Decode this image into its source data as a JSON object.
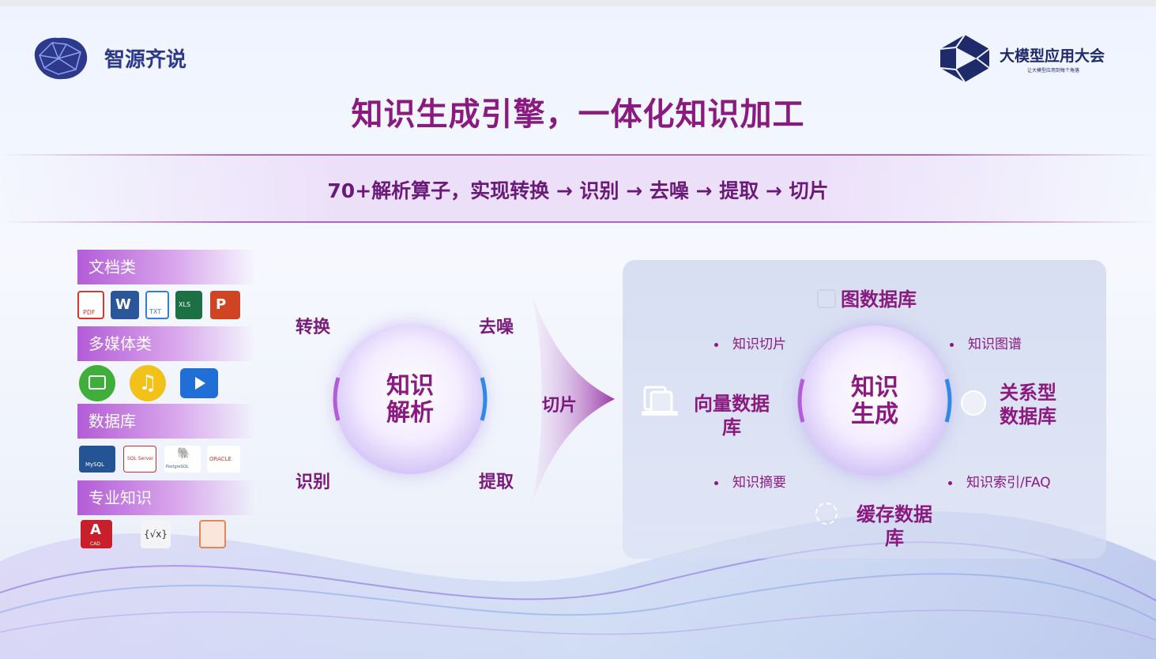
{
  "header": {
    "brand": "智源齐说",
    "conference_title": "大模型应用大会",
    "conference_sub": "让大模型应用到每个角落"
  },
  "title": "知识生成引擎，一体化知识加工",
  "subtitle": "70+解析算子，实现转换 → 识别 → 去噪 → 提取 → 切片",
  "sources": [
    {
      "label": "文档类",
      "icons": [
        "pdf-icon",
        "word-icon",
        "txt-icon",
        "xls-icon",
        "ppt-icon"
      ],
      "icon_labels": [
        "PDF",
        "W",
        "TXT",
        "XLS",
        "P"
      ]
    },
    {
      "label": "多媒体类",
      "icons": [
        "image-icon",
        "music-icon",
        "video-icon"
      ]
    },
    {
      "label": "数据库",
      "icons": [
        "mysql-icon",
        "sqlserver-icon",
        "postgresql-icon",
        "oracle-icon"
      ],
      "icon_labels": [
        "MySQL",
        "SQL Server",
        "PostgreSQL",
        "ORACLE"
      ]
    },
    {
      "label": "专业知识",
      "icons": [
        "cad-icon",
        "formula-icon",
        "clipboard-icon"
      ],
      "icon_labels": [
        "CAD",
        "{√x}"
      ]
    }
  ],
  "parse": {
    "center": [
      "知识",
      "解析"
    ],
    "ops": {
      "tl": "转换",
      "tr": "去噪",
      "bl": "识别",
      "br": "提取"
    },
    "arrow_label": "切片"
  },
  "generate": {
    "center": [
      "知识",
      "生成"
    ],
    "top_db": "图数据库",
    "left_db": [
      "向量数据",
      "库"
    ],
    "right_db": [
      "关系型",
      "数据库"
    ],
    "bottom_db": [
      "缓存数据",
      "库"
    ],
    "bullets": {
      "tl": "知识切片",
      "tr": "知识图谱",
      "bl": "知识摘要",
      "br": "知识索引/FAQ"
    }
  },
  "colors": {
    "title": "#8a1a80",
    "accent": "#b35cd6",
    "brand": "#2d3a8c"
  }
}
